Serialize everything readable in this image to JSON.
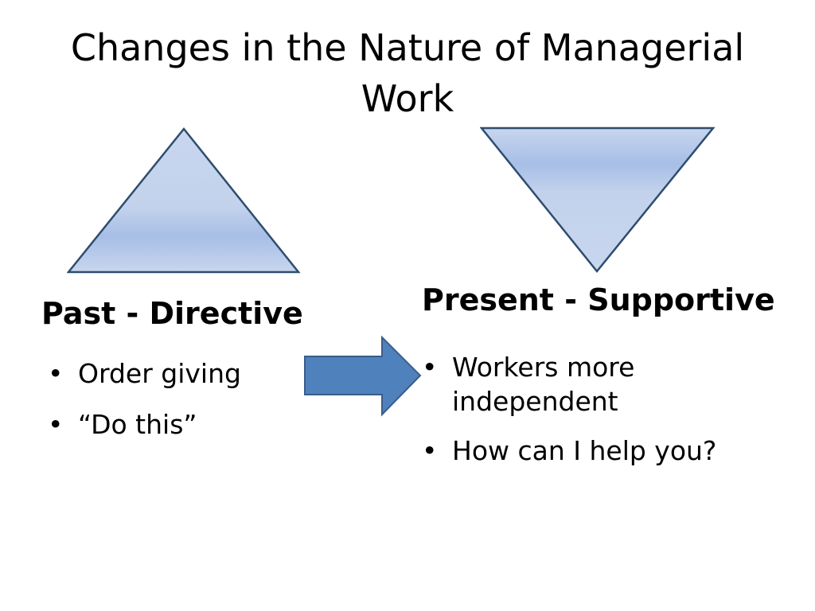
{
  "slide": {
    "title": "Changes in the Nature of Managerial Work",
    "past": {
      "heading": "Past - Directive",
      "bullets": [
        "Order giving",
        "“Do this”"
      ]
    },
    "present": {
      "heading": "Present - Supportive",
      "bullets": [
        "Workers more independent",
        "How can I help you?"
      ]
    },
    "bullet_glyph": "•"
  },
  "colors": {
    "shape_fill_light": "#c5d3ea",
    "shape_fill_mid": "#a9bfe4",
    "shape_outline": "#2e4d6f",
    "arrow_fill": "#4f81bd",
    "arrow_outline": "#385d8a",
    "text": "#000000"
  },
  "icons": {
    "past_shape": "upward-triangle",
    "present_shape": "downward-triangle",
    "transition": "right-arrow"
  }
}
